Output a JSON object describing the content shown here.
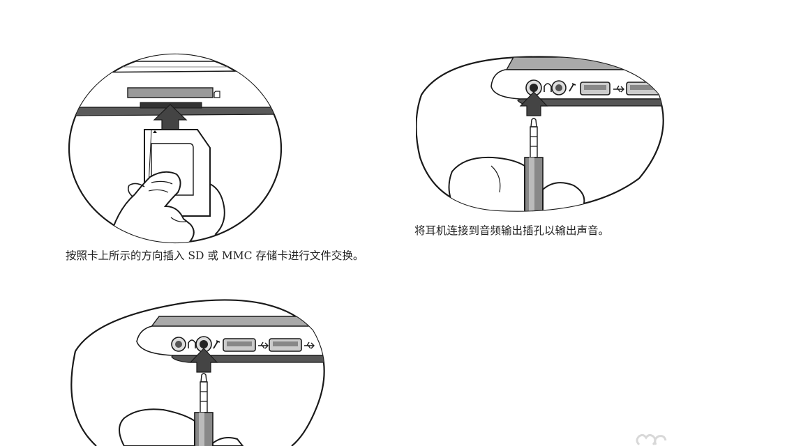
{
  "figures": [
    {
      "id": "sd-card",
      "caption": "按照卡上所示的方向插入 SD 或 MMC 存储卡进行文件交换。"
    },
    {
      "id": "headphone",
      "caption": "将耳机连接到音频输出插孔以输出声音。"
    },
    {
      "id": "microphone",
      "caption": ""
    }
  ],
  "icons": {
    "card_slot": "sd-card-icon",
    "headphone_jack": "headphone-icon",
    "mic_jack": "microphone-icon",
    "usb_port": "usb-icon",
    "insert_arrow": "arrow-up-icon"
  }
}
